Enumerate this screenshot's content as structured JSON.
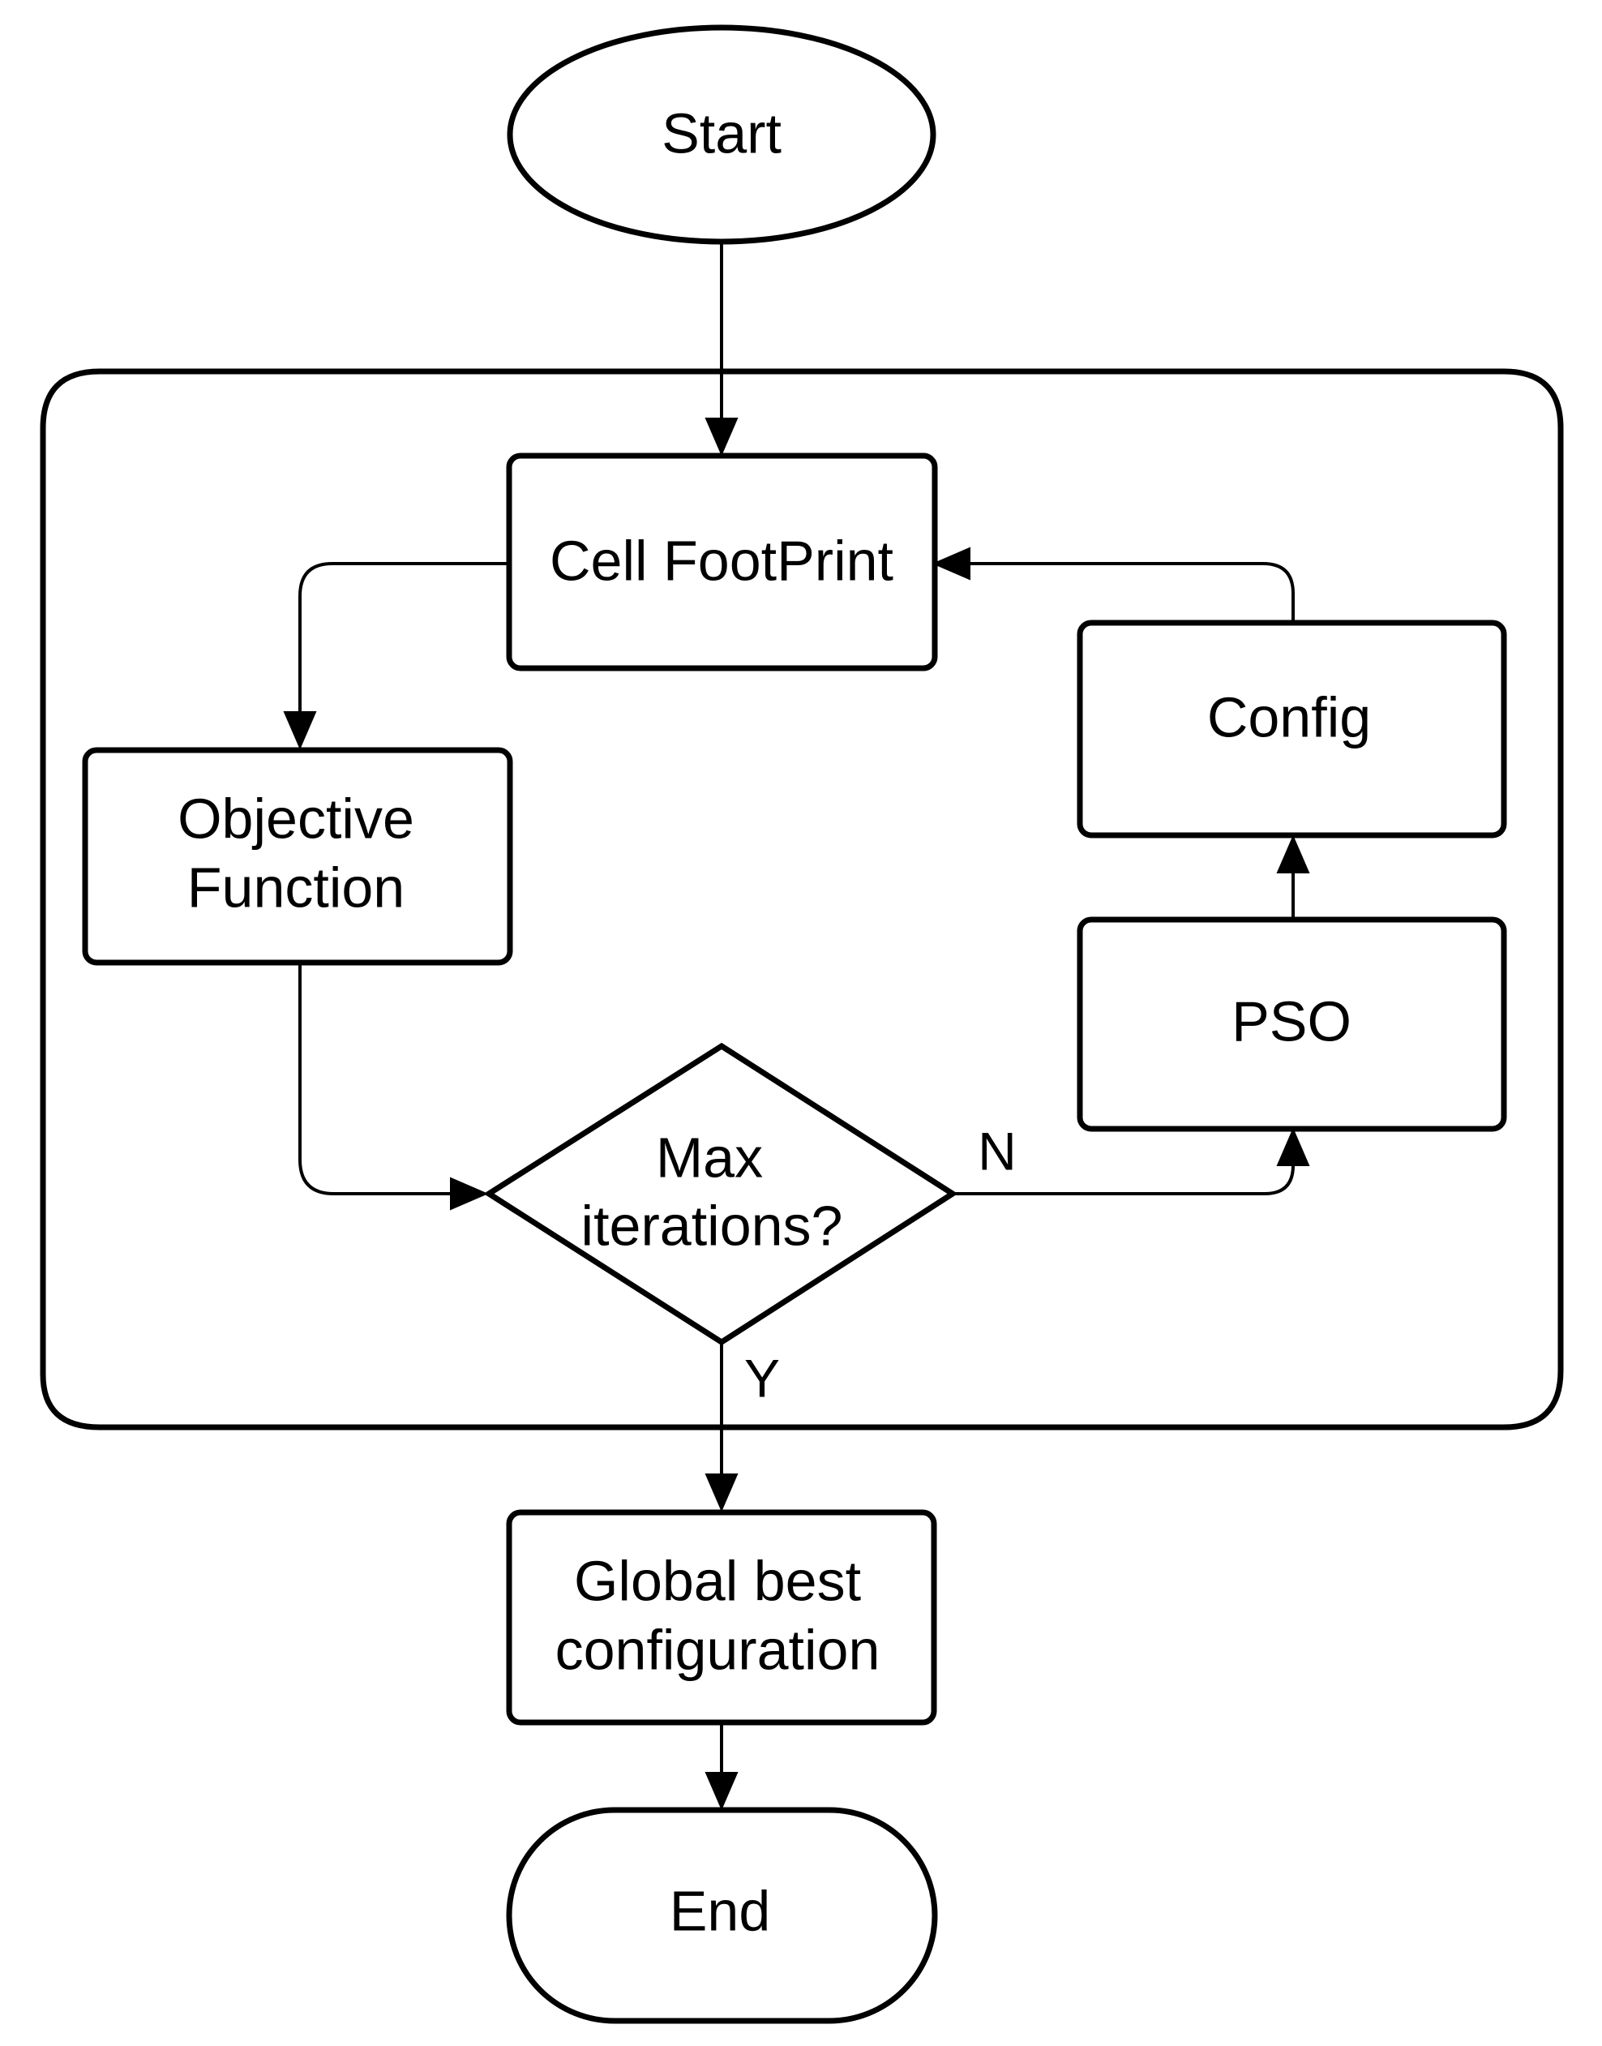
{
  "nodes": {
    "start": "Start",
    "cell_footprint": "Cell FootPrint",
    "objective_function": [
      "Objective",
      "Function"
    ],
    "max_iterations": [
      "Max",
      "iterations?"
    ],
    "config": "Config",
    "pso": "PSO",
    "global_best": [
      "Global best",
      "configuration"
    ],
    "end": "End"
  },
  "edge_labels": {
    "no": "N",
    "yes": "Y"
  }
}
